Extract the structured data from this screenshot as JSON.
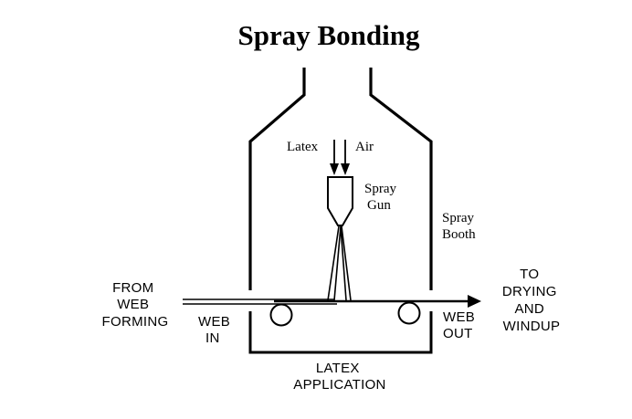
{
  "title": "Spray Bonding",
  "labels": {
    "latex": "Latex",
    "air": "Air",
    "spray_gun": [
      "Spray",
      "Gun"
    ],
    "spray_booth": [
      "Spray",
      "Booth"
    ],
    "from_web_forming": [
      "FROM",
      "WEB",
      "FORMING"
    ],
    "web_in": [
      "WEB",
      "IN"
    ],
    "web_out": [
      "WEB",
      "OUT"
    ],
    "to_drying_and_windup": [
      "TO",
      "DRYING",
      "AND",
      "WINDUP"
    ],
    "latex_application": [
      "LATEX",
      "APPLICATION"
    ]
  },
  "colors": {
    "ink": "#000000",
    "background": "#ffffff"
  }
}
